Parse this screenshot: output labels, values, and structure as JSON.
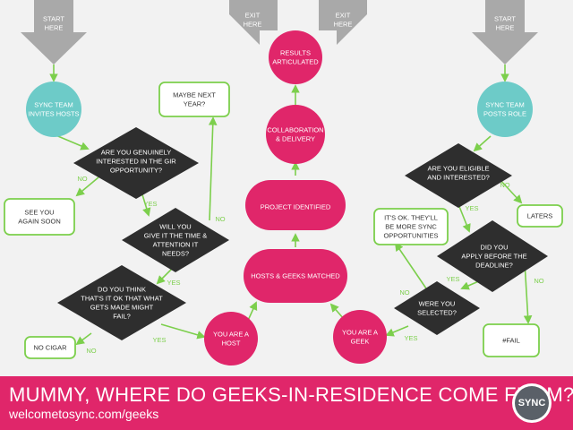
{
  "diagram": {
    "start_left": [
      "START",
      "HERE"
    ],
    "start_right": [
      "START",
      "HERE"
    ],
    "exit_left": [
      "EXIT",
      "HERE"
    ],
    "exit_right": [
      "EXIT",
      "HERE"
    ],
    "sync_invites": [
      "SYNC TEAM",
      "INVITES HOSTS"
    ],
    "sync_posts": [
      "SYNC TEAM",
      "POSTS ROLE"
    ],
    "q_interested": [
      "ARE YOU GENUINELY",
      "INTERESTED IN THE GIR",
      "OPPORTUNITY?"
    ],
    "q_time": [
      "WILL YOU",
      "GIVE IT THE TIME &",
      "ATTENTION IT",
      "NEEDS?"
    ],
    "q_fail": [
      "DO YOU THINK",
      "THAT'S IT OK THAT WHAT",
      "GETS MADE MIGHT",
      "FAIL?"
    ],
    "q_eligible": [
      "ARE YOU ELIGIBLE",
      "AND INTERESTED?"
    ],
    "q_applied": [
      "DID YOU",
      "APPLY BEFORE THE",
      "DEADLINE?"
    ],
    "q_selected": [
      "WERE YOU",
      "SELECTED?"
    ],
    "box_maybe": [
      "MAYBE NEXT",
      "YEAR?"
    ],
    "box_see_you": [
      "SEE YOU",
      "AGAIN SOON"
    ],
    "box_no_cigar": [
      "NO CIGAR"
    ],
    "box_laters": [
      "LATERS"
    ],
    "box_ok": [
      "IT'S OK. THEY'LL",
      "BE MORE SYNC",
      "OPPORTUNITIES"
    ],
    "box_fail": [
      "#FAIL"
    ],
    "results": [
      "RESULTS",
      "ARTICULATED"
    ],
    "collab": [
      "COLLABORATION",
      "& DELIVERY"
    ],
    "project": [
      "PROJECT IDENTIFIED"
    ],
    "matched": [
      "HOSTS & GEEKS MATCHED"
    ],
    "you_host": [
      "YOU ARE A",
      "HOST"
    ],
    "you_geek": [
      "YOU ARE A",
      "GEEK"
    ],
    "yes": "YES",
    "no": "NO"
  },
  "footer": {
    "title": "MUMMY, WHERE DO GEEKS-IN-RESIDENCE COME FROM?",
    "url": "welcometosync.com/geeks",
    "logo": "SYNC"
  },
  "colors": {
    "background": "#f2f2f2",
    "pink": "#e0266a",
    "teal": "#6dcbc8",
    "dark": "#2e2e2e",
    "green": "#7ccf4c",
    "grey_arrow": "#a9a9a9",
    "white": "#ffffff"
  }
}
